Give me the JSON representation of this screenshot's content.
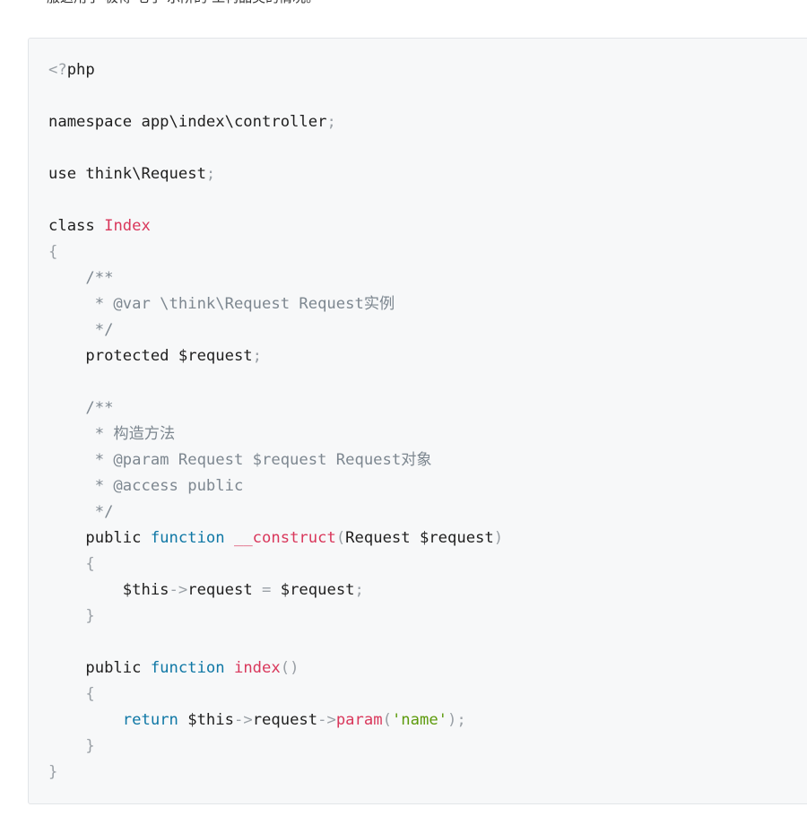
{
  "intro": {
    "text": "服这用于 极得 七于 示阶的 工构品类的情况。"
  },
  "code": {
    "lines": [
      [
        {
          "t": "<?",
          "c": "punct"
        },
        {
          "t": "php",
          "c": "txt"
        }
      ],
      [],
      [
        {
          "t": "namespace app\\index\\controller",
          "c": "txt"
        },
        {
          "t": ";",
          "c": "punct"
        }
      ],
      [],
      [
        {
          "t": "use think\\Request",
          "c": "txt"
        },
        {
          "t": ";",
          "c": "punct"
        }
      ],
      [],
      [
        {
          "t": "class ",
          "c": "txt"
        },
        {
          "t": "Index",
          "c": "cls"
        }
      ],
      [
        {
          "t": "{",
          "c": "punct"
        }
      ],
      [
        {
          "t": "    /**",
          "c": "cmt"
        }
      ],
      [
        {
          "t": "     * @var \\think\\Request Request实例",
          "c": "cmt"
        }
      ],
      [
        {
          "t": "     */",
          "c": "cmt"
        }
      ],
      [
        {
          "t": "    protected $request",
          "c": "txt"
        },
        {
          "t": ";",
          "c": "punct"
        }
      ],
      [],
      [
        {
          "t": "    /**",
          "c": "cmt"
        }
      ],
      [
        {
          "t": "     * 构造方法",
          "c": "cmt"
        }
      ],
      [
        {
          "t": "     * @param Request $request Request对象",
          "c": "cmt"
        }
      ],
      [
        {
          "t": "     * @access public",
          "c": "cmt"
        }
      ],
      [
        {
          "t": "     */",
          "c": "cmt"
        }
      ],
      [
        {
          "t": "    public ",
          "c": "txt"
        },
        {
          "t": "function",
          "c": "kw"
        },
        {
          "t": " ",
          "c": "txt"
        },
        {
          "t": "__construct",
          "c": "fn"
        },
        {
          "t": "(",
          "c": "punct"
        },
        {
          "t": "Request $request",
          "c": "txt"
        },
        {
          "t": ")",
          "c": "punct"
        }
      ],
      [
        {
          "t": "    {",
          "c": "punct"
        }
      ],
      [
        {
          "t": "        $this",
          "c": "txt"
        },
        {
          "t": "->",
          "c": "punct"
        },
        {
          "t": "request ",
          "c": "txt"
        },
        {
          "t": "=",
          "c": "punct"
        },
        {
          "t": " $request",
          "c": "txt"
        },
        {
          "t": ";",
          "c": "punct"
        }
      ],
      [
        {
          "t": "    }",
          "c": "punct"
        }
      ],
      [],
      [
        {
          "t": "    public ",
          "c": "txt"
        },
        {
          "t": "function",
          "c": "kw"
        },
        {
          "t": " ",
          "c": "txt"
        },
        {
          "t": "index",
          "c": "fn"
        },
        {
          "t": "()",
          "c": "punct"
        }
      ],
      [
        {
          "t": "    {",
          "c": "punct"
        }
      ],
      [
        {
          "t": "        ",
          "c": "txt"
        },
        {
          "t": "return",
          "c": "kw"
        },
        {
          "t": " $this",
          "c": "txt"
        },
        {
          "t": "->",
          "c": "punct"
        },
        {
          "t": "request",
          "c": "txt"
        },
        {
          "t": "->",
          "c": "punct"
        },
        {
          "t": "param",
          "c": "fn"
        },
        {
          "t": "(",
          "c": "punct"
        },
        {
          "t": "'name'",
          "c": "str"
        },
        {
          "t": ");",
          "c": "punct"
        }
      ],
      [
        {
          "t": "    }",
          "c": "punct"
        }
      ],
      [
        {
          "t": "}",
          "c": "punct"
        }
      ]
    ]
  }
}
